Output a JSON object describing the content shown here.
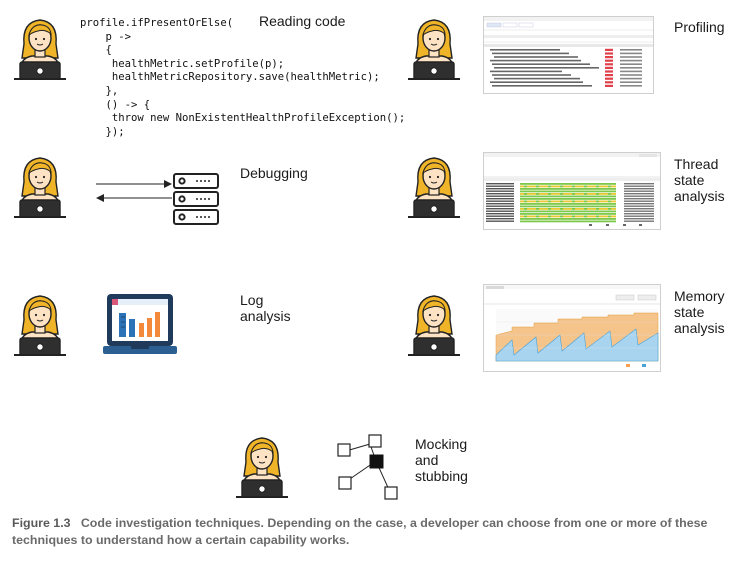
{
  "labels": {
    "reading_code": "Reading code",
    "debugging": "Debugging",
    "log_analysis": "Log\nanalysis",
    "profiling": "Profiling",
    "thread_state": "Thread\nstate\nanalysis",
    "memory_state": "Memory\nstate\nanalysis",
    "mocking": "Mocking\nand\nstubbing"
  },
  "code_lines": [
    "profile.ifPresentOrElse(",
    "    p ->",
    "    {",
    "     healthMetric.setProfile(p);",
    "     healthMetricRepository.save(healthMetric);",
    "    },",
    "    () -> {",
    "     throw new NonExistentHealthProfileException();",
    "    });"
  ],
  "caption": {
    "figure": "Figure 1.3",
    "text": "Code investigation techniques. Depending on the case, a developer can choose from one or more of these techniques to understand how a certain capability works."
  },
  "colors": {
    "hair": "#f0b429",
    "skin": "#fde2c4",
    "laptop": "#2f2f2f",
    "line": "#222222",
    "screen_blue": "#2b73b8",
    "bar_orange": "#f3893b",
    "thread_green": "#7cc84a",
    "thread_yellow": "#e8c830",
    "memory_orange": "#f5c48a",
    "memory_blue": "#8cc6ea"
  }
}
